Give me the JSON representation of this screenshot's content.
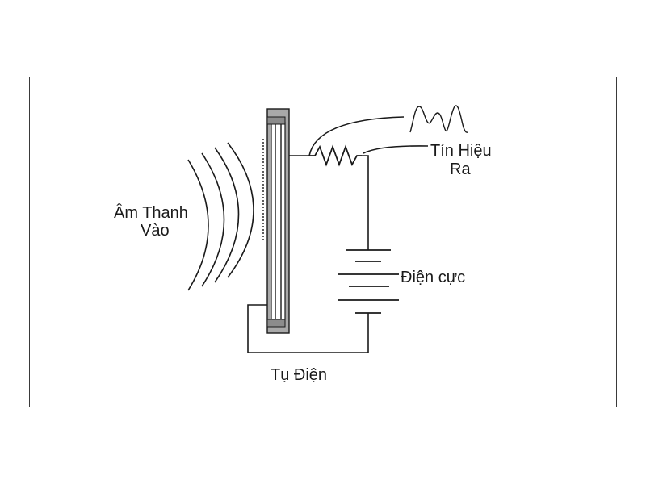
{
  "diagram": {
    "labels": {
      "sound_in_line1": "Âm Thanh",
      "sound_in_line2": "Vào",
      "signal_out_line1": "Tín Hiệu",
      "signal_out_line2": "Ra",
      "electrode": "Điện cực",
      "capacitor": "Tụ Điện"
    },
    "colors": {
      "line": "#1a1a1a",
      "plate_fill": "#a9a9a9",
      "frame": "#3a3a3a"
    }
  }
}
